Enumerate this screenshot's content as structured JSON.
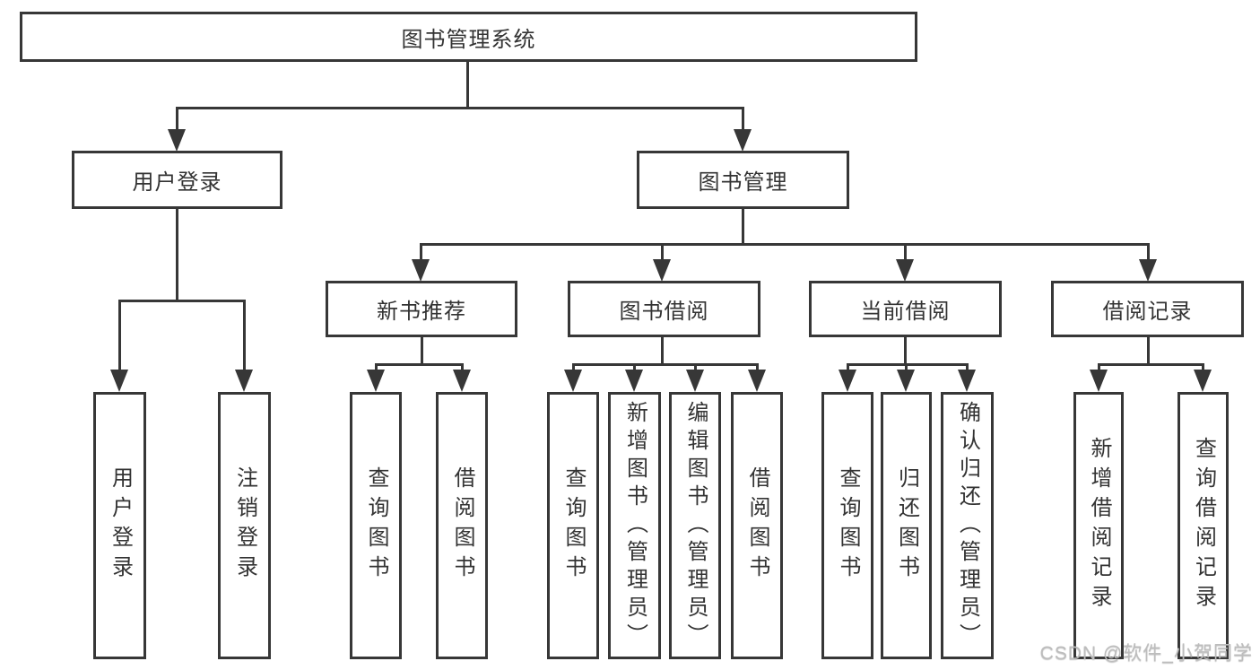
{
  "diagram": {
    "title": "图书管理系统",
    "root": {
      "label": "图书管理系统"
    },
    "level2": [
      {
        "label": "用户登录"
      },
      {
        "label": "图书管理"
      }
    ],
    "level3": [
      {
        "label": "新书推荐"
      },
      {
        "label": "图书借阅"
      },
      {
        "label": "当前借阅"
      },
      {
        "label": "借阅记录"
      }
    ],
    "leaves": {
      "user_login": [
        "用户登录",
        "注销登录"
      ],
      "new_book": [
        "查询图书",
        "借阅图书"
      ],
      "book_borrow": [
        "查询图书",
        "新增图书（管理员）",
        "编辑图书（管理员）",
        "借阅图书"
      ],
      "current_borrow": [
        "查询图书",
        "归还图书",
        "确认归还（管理员）"
      ],
      "borrow_records": [
        "新增借阅记录",
        "查询借阅记录"
      ]
    }
  },
  "watermark": {
    "text": "CSDN @软件_小贺同学"
  },
  "colors": {
    "line": "#373737",
    "background": "#ffffff",
    "watermark": "#bdbdbd"
  }
}
